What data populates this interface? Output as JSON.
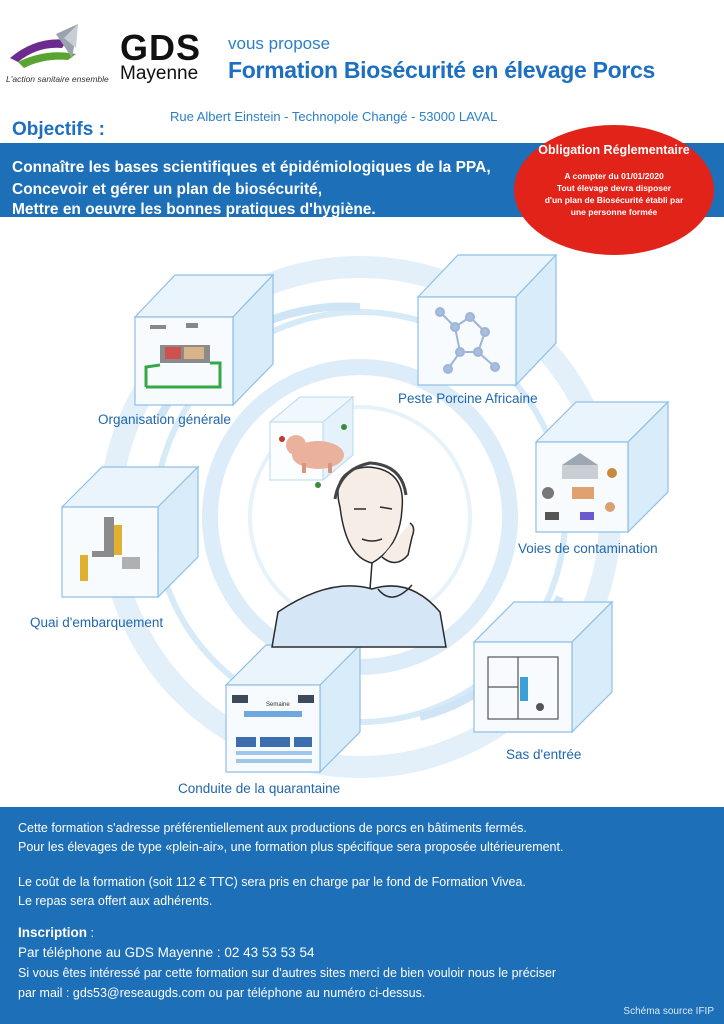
{
  "header": {
    "logo_name": "GDS",
    "logo_region": "Mayenne",
    "tagline": "L'action sanitaire ensemble",
    "intro": "vous propose",
    "title": "Formation Biosécurité en élevage Porcs",
    "address": "Rue Albert Einstein - Technopole Changé - 53000 LAVAL"
  },
  "objectives": {
    "heading": "Objectifs :",
    "items": [
      "Connaître les bases scientifiques et épidémiologiques de la PPA,",
      "Concevoir et gérer un plan de biosécurité,",
      "Mettre en oeuvre les bonnes pratiques d'hygiène."
    ]
  },
  "badge": {
    "title": "Obligation Réglementaire",
    "lines": [
      "A compter du 01/01/2020",
      "Tout élevage devra disposer",
      "d'un plan de Biosécurité établi par",
      "une personne formée"
    ]
  },
  "diagram": {
    "labels": {
      "organisation": "Organisation générale",
      "peste": "Peste Porcine Africaine",
      "voies": "Voies de contamination",
      "quai": "Quai d'embarquement",
      "sas": "Sas d'entrée",
      "quarantaine": "Conduite de la quarantaine"
    },
    "quarantine_header": "Semaine"
  },
  "info": {
    "p1_line1": "Cette formation s'adresse préférentiellement aux productions de porcs en bâtiments fermés.",
    "p1_line2": "Pour les élevages de type «plein-air», une formation plus spécifique sera proposée ultérieurement.",
    "p2_line1": "Le coût de la formation (soit 112 € TTC) sera pris en charge par le fond de Formation Vivea.",
    "p2_line2": "Le repas sera offert aux adhérents.",
    "inscription_title": "Inscription",
    "inscription_colon": " :",
    "phone_line": "Par téléphone au GDS Mayenne : 02 43 53 53 54",
    "other_line1": "Si vous êtes intéressé par cette formation sur d'autres sites merci de bien vouloir nous le préciser",
    "other_line2": "par mail : gds53@reseaugds.com ou par téléphone au numéro ci-dessus.",
    "source": "Schéma source IFIP"
  },
  "colors": {
    "brand_blue": "#1d6fb7",
    "title_blue": "#1d6fc1",
    "badge_red": "#e2231a",
    "logo_purple": "#6b2c8e",
    "logo_green": "#5aa532"
  }
}
